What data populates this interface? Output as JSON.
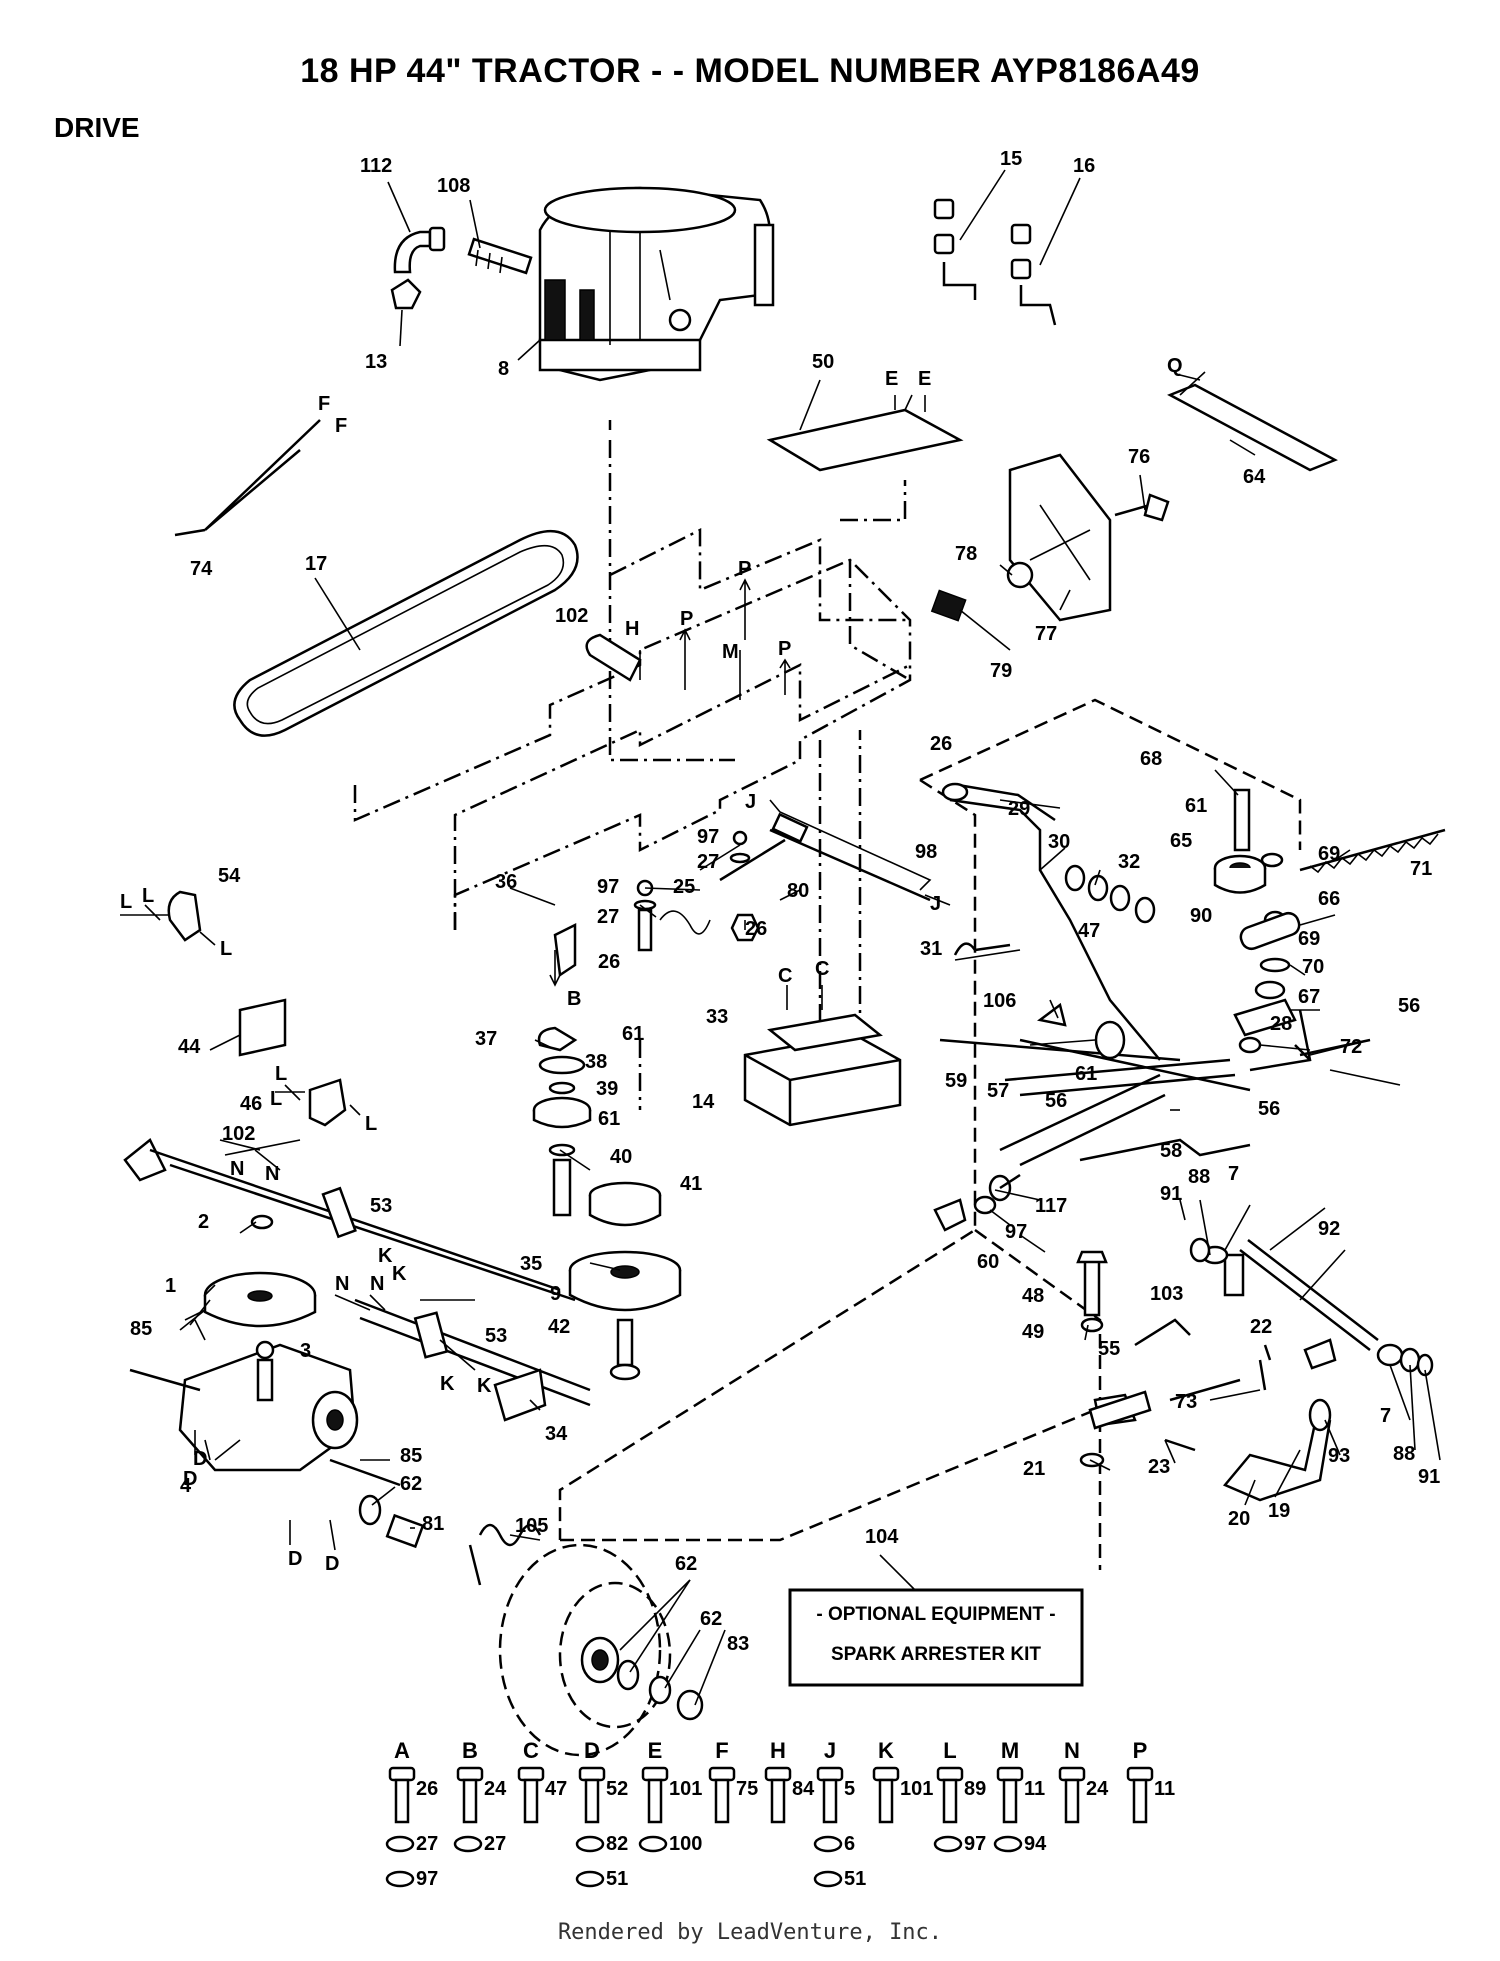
{
  "header": {
    "title": "18 HP 44\" TRACTOR - - MODEL NUMBER AYP8186A49",
    "section": "DRIVE"
  },
  "callouts": [
    {
      "id": "c112",
      "text": "112"
    },
    {
      "id": "c108",
      "text": "108"
    },
    {
      "id": "c13",
      "text": "13"
    },
    {
      "id": "c8",
      "text": "8"
    },
    {
      "id": "c15",
      "text": "15"
    },
    {
      "id": "c16",
      "text": "16"
    },
    {
      "id": "c50",
      "text": "50"
    },
    {
      "id": "cQ",
      "text": "Q"
    },
    {
      "id": "c64",
      "text": "64"
    },
    {
      "id": "c76",
      "text": "76"
    },
    {
      "id": "c78",
      "text": "78"
    },
    {
      "id": "c77",
      "text": "77"
    },
    {
      "id": "c79",
      "text": "79"
    },
    {
      "id": "c74",
      "text": "74"
    },
    {
      "id": "c17",
      "text": "17"
    },
    {
      "id": "c102a",
      "text": "102"
    },
    {
      "id": "c26a",
      "text": "26"
    },
    {
      "id": "c68",
      "text": "68"
    },
    {
      "id": "c61a",
      "text": "61"
    },
    {
      "id": "c65",
      "text": "65"
    },
    {
      "id": "c69a",
      "text": "69"
    },
    {
      "id": "c71",
      "text": "71"
    },
    {
      "id": "c29",
      "text": "29"
    },
    {
      "id": "c30",
      "text": "30"
    },
    {
      "id": "c32",
      "text": "32"
    },
    {
      "id": "c47",
      "text": "47"
    },
    {
      "id": "c90",
      "text": "90"
    },
    {
      "id": "c66",
      "text": "66"
    },
    {
      "id": "c69b",
      "text": "69"
    },
    {
      "id": "c70",
      "text": "70"
    },
    {
      "id": "c67",
      "text": "67"
    },
    {
      "id": "c56a",
      "text": "56"
    },
    {
      "id": "c28",
      "text": "28"
    },
    {
      "id": "c72",
      "text": "72"
    },
    {
      "id": "c98",
      "text": "98"
    },
    {
      "id": "c80",
      "text": "80"
    },
    {
      "id": "c97a",
      "text": "97"
    },
    {
      "id": "c27a",
      "text": "27"
    },
    {
      "id": "c25",
      "text": "25"
    },
    {
      "id": "c97b",
      "text": "97"
    },
    {
      "id": "c27b",
      "text": "27"
    },
    {
      "id": "c26b",
      "text": "26"
    },
    {
      "id": "c26c",
      "text": "26"
    },
    {
      "id": "c36",
      "text": "36"
    },
    {
      "id": "c54",
      "text": "54"
    },
    {
      "id": "c44",
      "text": "44"
    },
    {
      "id": "c31",
      "text": "31"
    },
    {
      "id": "c106",
      "text": "106"
    },
    {
      "id": "c33",
      "text": "33"
    },
    {
      "id": "c14",
      "text": "14"
    },
    {
      "id": "c37",
      "text": "37"
    },
    {
      "id": "c61b",
      "text": "61"
    },
    {
      "id": "c38",
      "text": "38"
    },
    {
      "id": "c39",
      "text": "39"
    },
    {
      "id": "c61c",
      "text": "61"
    },
    {
      "id": "c40",
      "text": "40"
    },
    {
      "id": "c41",
      "text": "41"
    },
    {
      "id": "c59",
      "text": "59"
    },
    {
      "id": "c57",
      "text": "57"
    },
    {
      "id": "c61d",
      "text": "61"
    },
    {
      "id": "c56b",
      "text": "56"
    },
    {
      "id": "c56c",
      "text": "56"
    },
    {
      "id": "c58",
      "text": "58"
    },
    {
      "id": "c46",
      "text": "46"
    },
    {
      "id": "c102b",
      "text": "102"
    },
    {
      "id": "c53a",
      "text": "53"
    },
    {
      "id": "c2",
      "text": "2"
    },
    {
      "id": "c1",
      "text": "1"
    },
    {
      "id": "c35",
      "text": "35"
    },
    {
      "id": "c9",
      "text": "9"
    },
    {
      "id": "c42",
      "text": "42"
    },
    {
      "id": "c53b",
      "text": "53"
    },
    {
      "id": "c85a",
      "text": "85"
    },
    {
      "id": "c3",
      "text": "3"
    },
    {
      "id": "c34",
      "text": "34"
    },
    {
      "id": "c117",
      "text": "117"
    },
    {
      "id": "c97c",
      "text": "97"
    },
    {
      "id": "c60",
      "text": "60"
    },
    {
      "id": "c91a",
      "text": "91"
    },
    {
      "id": "c88a",
      "text": "88"
    },
    {
      "id": "c7a",
      "text": "7"
    },
    {
      "id": "c92",
      "text": "92"
    },
    {
      "id": "c48",
      "text": "48"
    },
    {
      "id": "c49",
      "text": "49"
    },
    {
      "id": "c103",
      "text": "103"
    },
    {
      "id": "c22",
      "text": "22"
    },
    {
      "id": "c55",
      "text": "55"
    },
    {
      "id": "c73",
      "text": "73"
    },
    {
      "id": "c7b",
      "text": "7"
    },
    {
      "id": "c88b",
      "text": "88"
    },
    {
      "id": "c91b",
      "text": "91"
    },
    {
      "id": "c93",
      "text": "93"
    },
    {
      "id": "c21",
      "text": "21"
    },
    {
      "id": "c23",
      "text": "23"
    },
    {
      "id": "c20",
      "text": "20"
    },
    {
      "id": "c19",
      "text": "19"
    },
    {
      "id": "c85b",
      "text": "85"
    },
    {
      "id": "c62a",
      "text": "62"
    },
    {
      "id": "c81",
      "text": "81"
    },
    {
      "id": "c105",
      "text": "105"
    },
    {
      "id": "c4",
      "text": "4"
    },
    {
      "id": "c104",
      "text": "104"
    },
    {
      "id": "c62b",
      "text": "62"
    },
    {
      "id": "c62c",
      "text": "62"
    },
    {
      "id": "c83",
      "text": "83"
    }
  ],
  "letters": [
    {
      "id": "lF1",
      "text": "F"
    },
    {
      "id": "lF2",
      "text": "F"
    },
    {
      "id": "lE1",
      "text": "E"
    },
    {
      "id": "lE2",
      "text": "E"
    },
    {
      "id": "lP1",
      "text": "P"
    },
    {
      "id": "lP2",
      "text": "P"
    },
    {
      "id": "lP3",
      "text": "P"
    },
    {
      "id": "lM",
      "text": "M"
    },
    {
      "id": "lH",
      "text": "H"
    },
    {
      "id": "lJ1",
      "text": "J"
    },
    {
      "id": "lJ2",
      "text": "J"
    },
    {
      "id": "lB",
      "text": "B"
    },
    {
      "id": "lC1",
      "text": "C"
    },
    {
      "id": "lC2",
      "text": "C"
    },
    {
      "id": "lL1",
      "text": "L"
    },
    {
      "id": "lL2",
      "text": "L"
    },
    {
      "id": "lL3",
      "text": "L"
    },
    {
      "id": "lL4",
      "text": "L"
    },
    {
      "id": "lL5",
      "text": "L"
    },
    {
      "id": "lL6",
      "text": "L"
    },
    {
      "id": "lN1",
      "text": "N"
    },
    {
      "id": "lN2",
      "text": "N"
    },
    {
      "id": "lN3",
      "text": "N"
    },
    {
      "id": "lN4",
      "text": "N"
    },
    {
      "id": "lK1",
      "text": "K"
    },
    {
      "id": "lK2",
      "text": "K"
    },
    {
      "id": "lK3",
      "text": "K"
    },
    {
      "id": "lK4",
      "text": "K"
    },
    {
      "id": "lD1",
      "text": "D"
    },
    {
      "id": "lD2",
      "text": "D"
    },
    {
      "id": "lD3",
      "text": "D"
    },
    {
      "id": "lD4",
      "text": "D"
    }
  ],
  "optional_box": {
    "line1": "- OPTIONAL EQUIPMENT -",
    "line2": "SPARK ARRESTER KIT"
  },
  "hardware_key": [
    {
      "letter": "A",
      "parts": [
        "26",
        "27",
        "97"
      ]
    },
    {
      "letter": "B",
      "parts": [
        "24",
        "27"
      ]
    },
    {
      "letter": "C",
      "parts": [
        "47"
      ]
    },
    {
      "letter": "D",
      "parts": [
        "52",
        "82",
        "51"
      ]
    },
    {
      "letter": "E",
      "parts": [
        "101",
        "100"
      ]
    },
    {
      "letter": "F",
      "parts": [
        "75"
      ]
    },
    {
      "letter": "H",
      "parts": [
        "84"
      ]
    },
    {
      "letter": "J",
      "parts": [
        "5",
        "6",
        "51"
      ]
    },
    {
      "letter": "K",
      "parts": [
        "101"
      ]
    },
    {
      "letter": "L",
      "parts": [
        "89",
        "97"
      ]
    },
    {
      "letter": "M",
      "parts": [
        "11",
        "94"
      ]
    },
    {
      "letter": "N",
      "parts": [
        "24"
      ]
    },
    {
      "letter": "P",
      "parts": [
        "11"
      ]
    }
  ],
  "footer": "Rendered by LeadVenture, Inc."
}
